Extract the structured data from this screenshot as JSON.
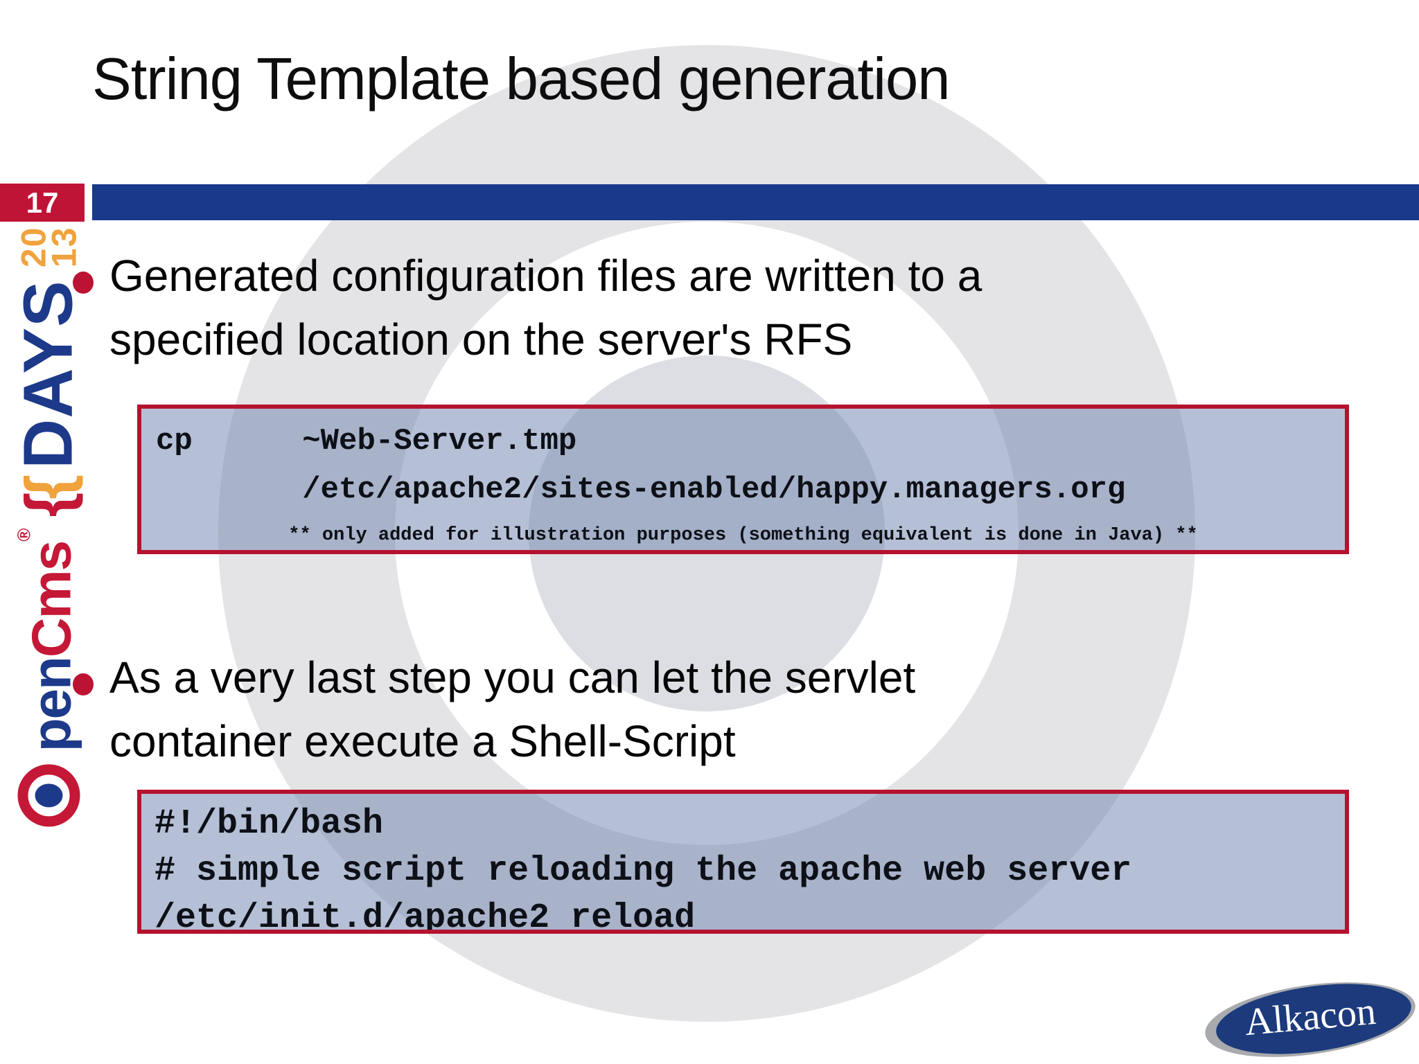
{
  "slide": {
    "title": "String Template based generation",
    "page_number": "17"
  },
  "bullets": [
    {
      "line1": "Generated configuration files are written to a",
      "line2": "specified location on the server's RFS"
    },
    {
      "line1": "As a very last step you can let the servlet",
      "line2": "container execute a Shell-Script"
    }
  ],
  "code_box_1": {
    "line1": "cp      ~Web-Server.tmp",
    "line2": "        /etc/apache2/sites-enabled/happy.managers.org",
    "note": "** only added for illustration purposes (something equivalent is done in Java) **"
  },
  "code_box_2": {
    "line1": "#!/bin/bash",
    "line2": "# simple script reloading the apache web server",
    "line3": "/etc/init.d/apache2 reload"
  },
  "sidebar": {
    "brand_pen": "pen",
    "brand_cms": "Cms",
    "registered": "®",
    "brace_red": "{",
    "brace_orange": "{",
    "days": "DAYS",
    "year_line1": "20",
    "year_line2": "13"
  },
  "footer": {
    "logo_text": "Alkacon"
  },
  "colors": {
    "crimson": "#bc1233",
    "box_border_red": "#b5122f",
    "page_box_red": "#c01437",
    "bar_navy": "#19398a",
    "logo_blue": "#1d3a8a",
    "alkacon_blue": "#1c3a7c",
    "alkacon_silver": "#a8aaad",
    "orange": "#f0a23c",
    "code_fill": "rgba(107,129,173,0.5)",
    "watermark_gray": "#e4e4e7"
  }
}
